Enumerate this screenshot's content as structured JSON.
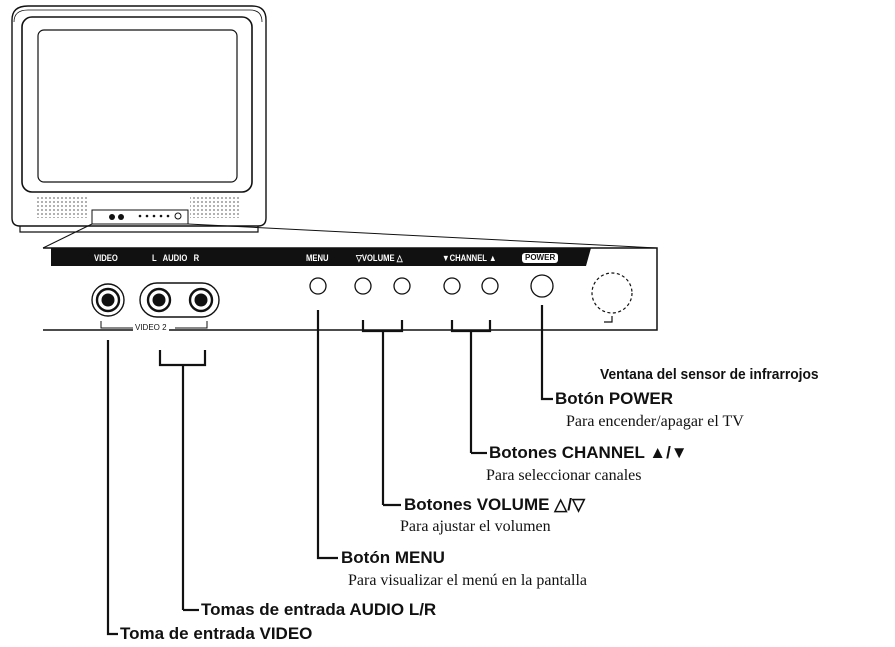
{
  "panel": {
    "video": "VIDEO",
    "audio": "L   AUDIO   R",
    "menu": "MENU",
    "volume": "▽VOLUME △",
    "channel": "▼CHANNEL ▲",
    "power": "POWER",
    "video2": "VIDEO 2"
  },
  "callouts": {
    "sensor": "Ventana del sensor de infrarrojos",
    "power": {
      "title": "Botón POWER",
      "desc": "Para encender/apagar el TV"
    },
    "channel": {
      "title": "Botones CHANNEL ▲/▼",
      "desc": "Para seleccionar canales"
    },
    "volume": {
      "title": "Botones VOLUME △/▽",
      "desc": "Para ajustar el volumen"
    },
    "menu": {
      "title": "Botón MENU",
      "desc": "Para visualizar el menú en la pantalla"
    },
    "audio": {
      "title": "Tomas de entrada AUDIO L/R"
    },
    "video": {
      "title": "Toma de entrada VIDEO"
    }
  },
  "icons": {
    "tv": "television-icon",
    "screen": "screen-icon",
    "speaker": "speaker-grille-icon",
    "jack": "av-jack-icon",
    "button": "round-button-icon",
    "sensor": "infrared-sensor-icon"
  },
  "colors": {
    "ink": "#111111",
    "panel_band": "#111111",
    "grille": "#c8c8c8"
  }
}
